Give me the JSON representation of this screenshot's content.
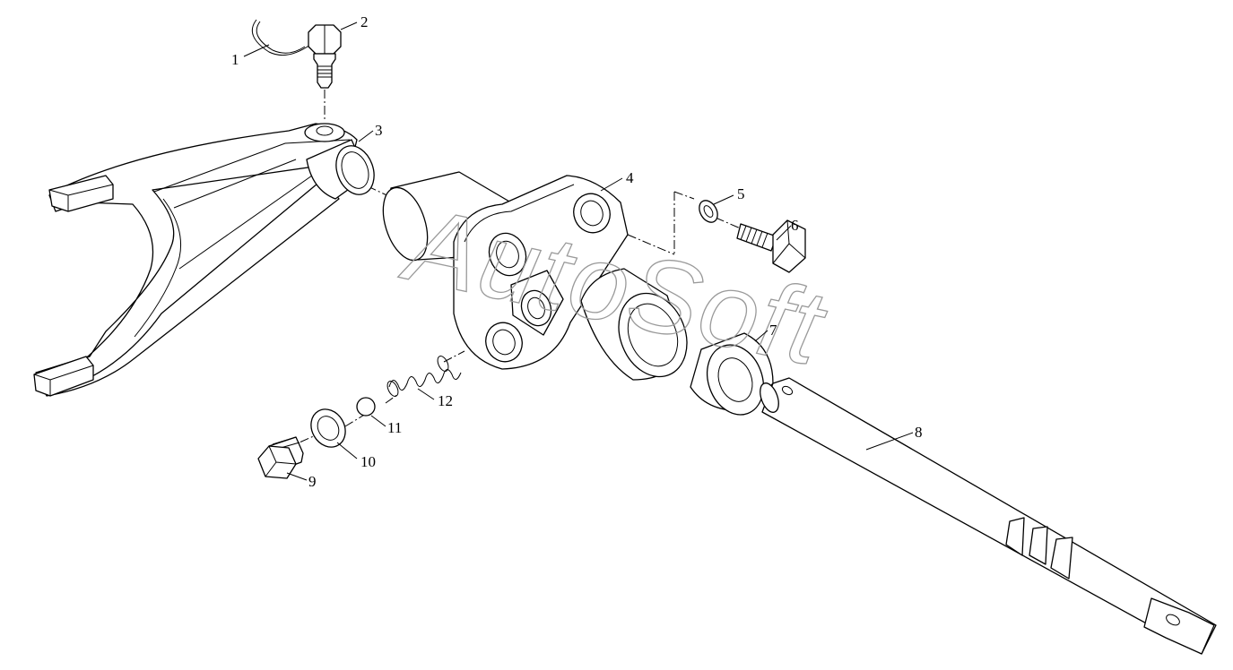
{
  "watermark": "AutoSoft",
  "callouts": [
    "1",
    "2",
    "3",
    "4",
    "5",
    "6",
    "7",
    "8",
    "9",
    "10",
    "11",
    "12"
  ],
  "parts": [
    {
      "id": "1",
      "icon": "wire-lock-icon"
    },
    {
      "id": "2",
      "icon": "grease-fitting-icon"
    },
    {
      "id": "3",
      "icon": "shift-fork-icon"
    },
    {
      "id": "4",
      "icon": "housing-icon"
    },
    {
      "id": "5",
      "icon": "washer-icon"
    },
    {
      "id": "6",
      "icon": "bolt-icon"
    },
    {
      "id": "7",
      "icon": "bushing-icon"
    },
    {
      "id": "8",
      "icon": "shaft-icon"
    },
    {
      "id": "9",
      "icon": "plug-icon"
    },
    {
      "id": "10",
      "icon": "gasket-icon"
    },
    {
      "id": "11",
      "icon": "ball-icon"
    },
    {
      "id": "12",
      "icon": "spring-icon"
    }
  ]
}
